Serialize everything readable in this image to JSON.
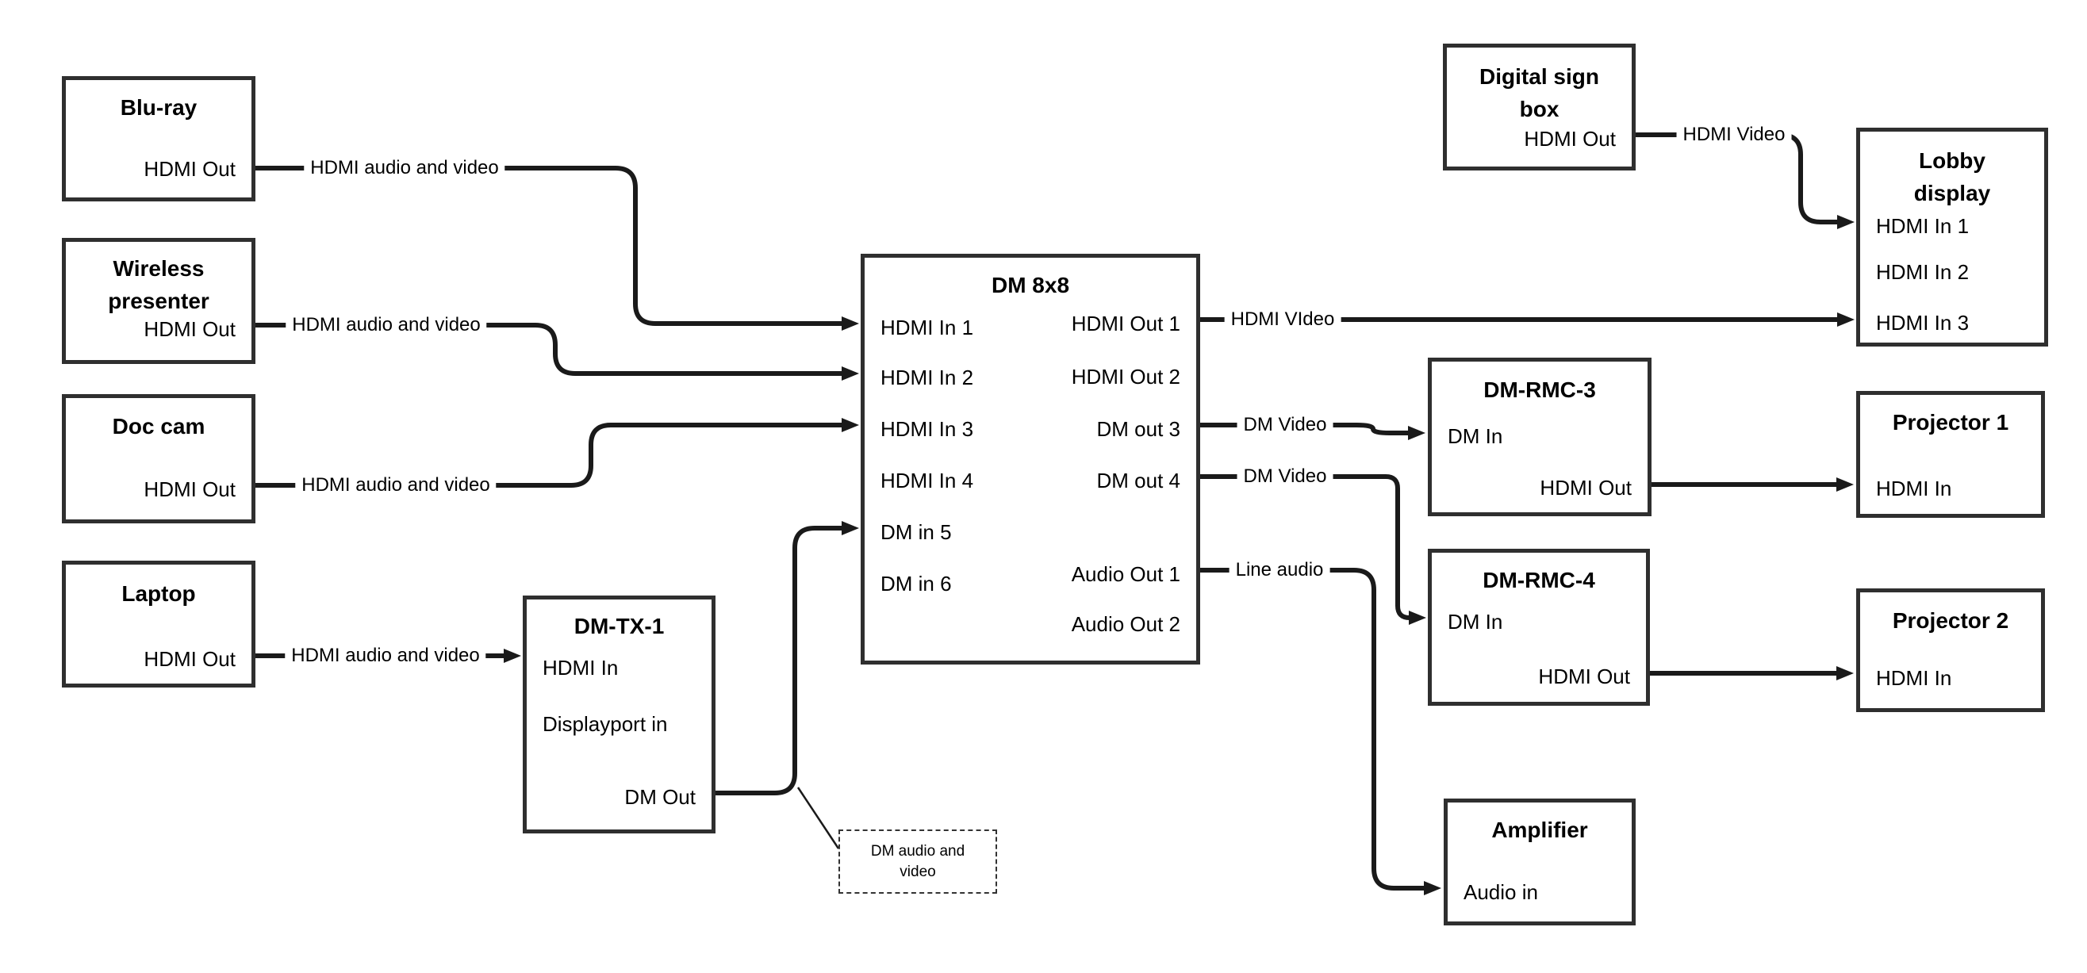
{
  "diagram_type": "av-signal-flow-diagram",
  "colors": {
    "background": "#ffffff",
    "line": "#1a1a1a",
    "box_border": "#2f2f2f",
    "text": "#000000"
  },
  "nodes": {
    "bluray": {
      "title": "Blu-ray",
      "port1": "HDMI Out"
    },
    "wireless": {
      "title": "Wireless presenter",
      "port1": "HDMI Out"
    },
    "doccam": {
      "title": "Doc cam",
      "port1": "HDMI Out"
    },
    "laptop": {
      "title": "Laptop",
      "port1": "HDMI Out"
    },
    "dmtx1": {
      "title": "DM-TX-1",
      "port1": "HDMI In",
      "port2": "Displayport in",
      "port3": "DM Out"
    },
    "dm8x8": {
      "title": "DM 8x8",
      "in1": "HDMI In 1",
      "in2": "HDMI In 2",
      "in3": "HDMI In 3",
      "in4": "HDMI In 4",
      "in5": "DM in 5",
      "in6": "DM in 6",
      "out1": "HDMI Out 1",
      "out2": "HDMI Out 2",
      "out3": "DM out 3",
      "out4": "DM out 4",
      "aout1": "Audio Out 1",
      "aout2": "Audio Out 2"
    },
    "digitalsign": {
      "title": "Digital sign box",
      "port1": "HDMI Out"
    },
    "lobby": {
      "title": "Lobby display",
      "port1": "HDMI In 1",
      "port2": "HDMI In 2",
      "port3": "HDMI In 3"
    },
    "dmrmc3": {
      "title": "DM-RMC-3",
      "port1": "DM In",
      "port2": "HDMI Out"
    },
    "projector1": {
      "title": "Projector 1",
      "port1": "HDMI In"
    },
    "dmrmc4": {
      "title": "DM-RMC-4",
      "port1": "DM In",
      "port2": "HDMI Out"
    },
    "projector2": {
      "title": "Projector 2",
      "port1": "HDMI In"
    },
    "amplifier": {
      "title": "Amplifier",
      "port1": "Audio in"
    }
  },
  "edge_labels": {
    "bluray_to_dm8x8": "HDMI audio and video",
    "wireless_to_dm8x8": "HDMI audio and video",
    "doccam_to_dm8x8": "HDMI audio and video",
    "laptop_to_dmtx1": "HDMI audio and video",
    "dm8x8_to_lobby": "HDMI VIdeo",
    "digitalsign_to_lobby": "HDMI Video",
    "dm8x8_to_dmrmc3": "DM Video",
    "dm8x8_to_dmrmc4": "DM Video",
    "dm8x8_to_amplifier": "Line audio"
  },
  "note": {
    "text": "DM audio and video"
  }
}
